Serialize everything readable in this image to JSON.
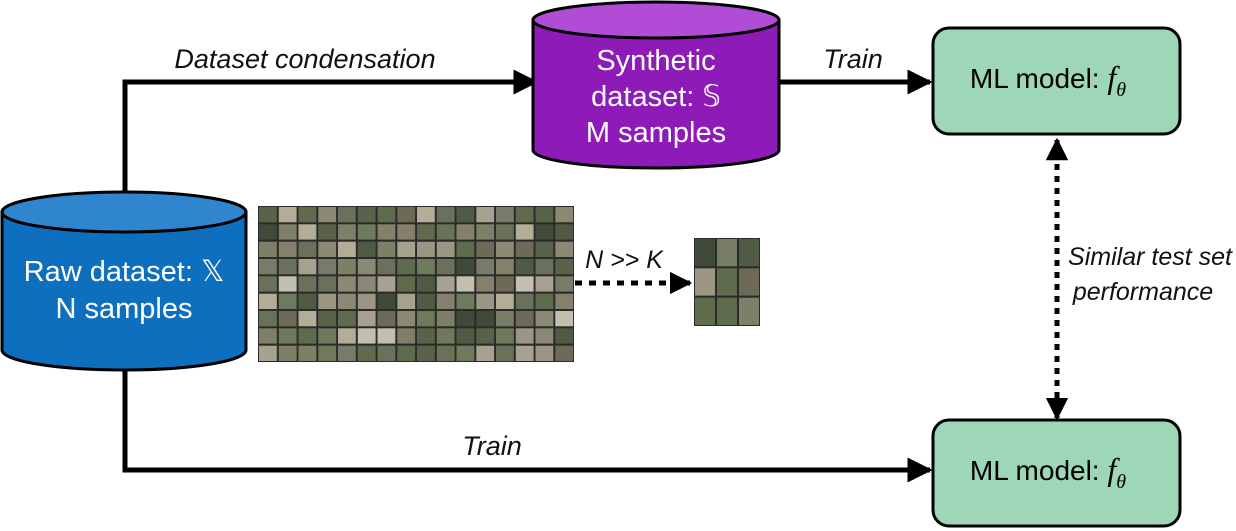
{
  "colors": {
    "raw_db": "#0e6fbf",
    "raw_db_top": "#2f86cf",
    "synthetic_db": "#8e1ab8",
    "synthetic_db_top": "#b04cd6",
    "model_fill": "#9ed6b8",
    "stroke": "#000000",
    "text_light": "#ffffff"
  },
  "nodes": {
    "raw_dataset": {
      "line1": "Raw dataset: 𝕏",
      "line2": "N samples"
    },
    "synthetic_dataset": {
      "line1": "Synthetic",
      "line2": "dataset: 𝕊",
      "line3": "M  samples"
    },
    "model_top": {
      "label": "ML model: ",
      "symbol": "f",
      "subscript": "θ"
    },
    "model_bottom": {
      "label": "ML model: ",
      "symbol": "f",
      "subscript": "θ"
    }
  },
  "edges": {
    "condensation": "Dataset condensation",
    "train_top": "Train",
    "train_bottom": "Train",
    "ratio": "N >> K",
    "similar_line1": "Similar test set",
    "similar_line2": "performance"
  },
  "images": {
    "large_grid": {
      "rows": 9,
      "cols": 16
    },
    "small_grid": {
      "rows": 3,
      "cols": 3
    }
  }
}
